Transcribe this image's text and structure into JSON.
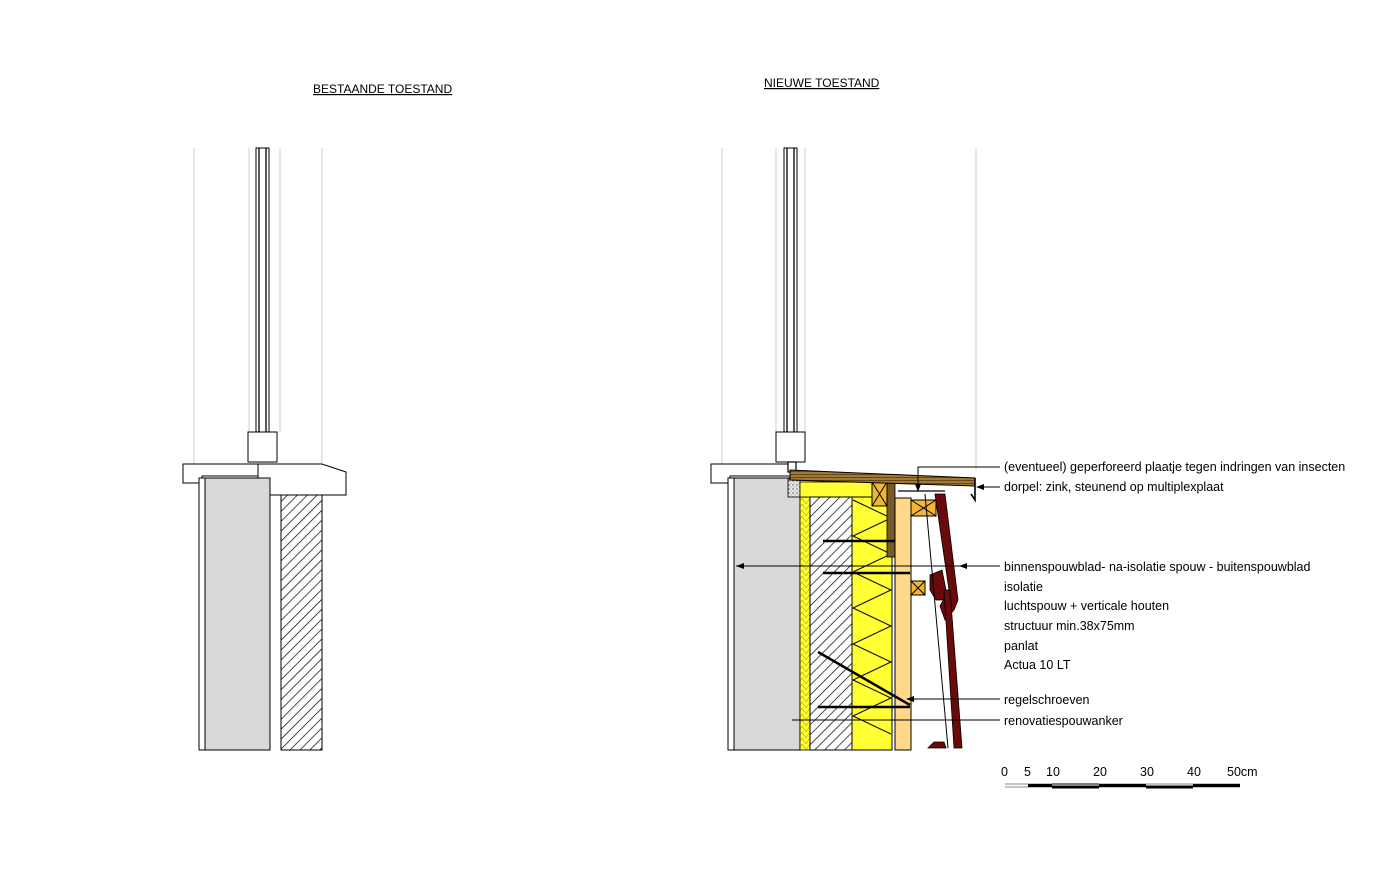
{
  "titles": {
    "existing": "BESTAANDE TOESTAND",
    "new": "NIEUWE TOESTAND"
  },
  "annotations": [
    {
      "id": "insect-plate",
      "text": "(eventueel) geperforeerd plaatje tegen indringen van insecten"
    },
    {
      "id": "sill",
      "text": "dorpel: zink, steunend op multiplexplaat"
    },
    {
      "id": "wall-layers",
      "text": "binnenspouwblad- na-isolatie spouw - buitenspouwblad"
    },
    {
      "id": "insulation",
      "text": "isolatie"
    },
    {
      "id": "air-cavity",
      "text": "luchtspouw + verticale houten"
    },
    {
      "id": "structure",
      "text": "structuur min.38x75mm"
    },
    {
      "id": "batten",
      "text": "panlat"
    },
    {
      "id": "product",
      "text": "Actua 10 LT"
    },
    {
      "id": "screws",
      "text": "regelschroeven"
    },
    {
      "id": "anchor",
      "text": "renovatiespouwanker"
    }
  ],
  "scale_bar": {
    "ticks": [
      "0",
      "5",
      "10",
      "20",
      "30",
      "40",
      "50cm"
    ]
  },
  "colors": {
    "insulation": "#ffff33",
    "interior_plaster": "#d9d9d9",
    "air_cavity": "#ffd98a",
    "batten": "#f2b632",
    "wood": "#7a5a2a",
    "cladding": "#6b0a0a",
    "line": "#000000"
  }
}
